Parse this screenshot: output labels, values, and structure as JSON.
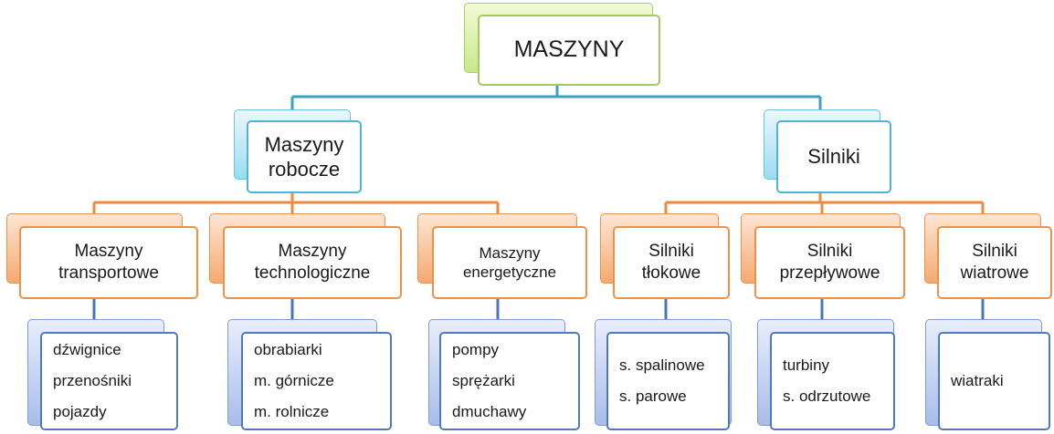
{
  "root": {
    "label": "MASZYNY"
  },
  "groups": [
    {
      "label": "Maszyny robocze"
    },
    {
      "label": "Silniki"
    }
  ],
  "categories": [
    {
      "label": "Maszyny transportowe",
      "items": [
        "dźwignice",
        "przenośniki",
        "pojazdy"
      ]
    },
    {
      "label": "Maszyny technologiczne",
      "items": [
        "obrabiarki",
        "m. górnicze",
        "m. rolnicze"
      ]
    },
    {
      "label": "Maszyny energetyczne",
      "items": [
        "pompy",
        "sprężarki",
        "dmuchawy"
      ]
    },
    {
      "label": "Silniki tłokowe",
      "items": [
        "s. spalinowe",
        "s. parowe"
      ]
    },
    {
      "label": "Silniki przepływowe",
      "items": [
        "turbiny",
        "s. odrzutowe"
      ]
    },
    {
      "label": "Silniki wiatrowe",
      "items": [
        "wiatraki"
      ]
    }
  ],
  "colors": {
    "root": "#a2cc5c",
    "groups": "#4fb4d6",
    "categories": "#f0914a",
    "items": "#4f79c0"
  }
}
